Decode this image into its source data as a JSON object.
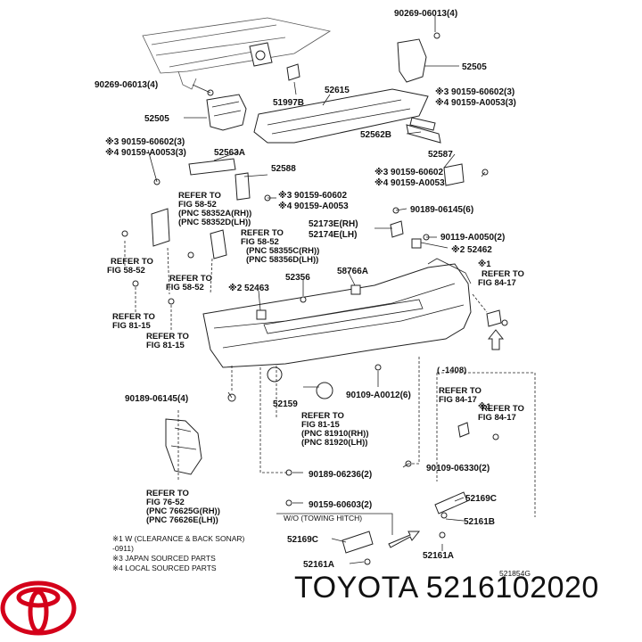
{
  "labels": {
    "p1": "90269-06013(4)",
    "p2": "52505",
    "p3": "90269-06013(4)",
    "p4": "51997B",
    "p5": "52615",
    "p6": "※3 90159-60602(3)",
    "p7": "※4 90159-A0053(3)",
    "p8": "52505",
    "p9": "52562B",
    "p10": "※3 90159-60602(3)",
    "p11": "※4 90159-A0053(3)",
    "p12": "52563A",
    "p13": "52587",
    "p14": "52588",
    "p15": "※3  90159-60602",
    "p16": "※4  90159-A0053",
    "p17": "※3 90159-60602",
    "p18": "※4 90159-A0053",
    "p19": "90189-06145(6)",
    "p20": "52173E(RH)",
    "p21": "52174E(LH)",
    "p22": "90119-A0050(2)",
    "p23": "※2 52462",
    "p24": "※1",
    "p25": "58766A",
    "p26": "52356",
    "p27": "※2 52463",
    "p28": "90189-06145(4)",
    "p29": "52159",
    "p30": "90109-A0012(6)",
    "p31": "(      -1408)",
    "p32": "※1",
    "p33": "90189-06236(2)",
    "p34": "90109-06330(2)",
    "p35": "90159-60603(2)",
    "p36": "52169C",
    "p37": "W/O (TOWING HITCH)",
    "p38": "52161B",
    "p39": "52169C",
    "p40": "52161A",
    "p41": "52161A",
    "p42": "521854G"
  },
  "refs": {
    "r1": [
      "REFER TO",
      "FIG 58-52",
      "(PNC 58352A(RH))",
      "(PNC 58352D(LH))"
    ],
    "r2": [
      "REFER TO",
      "FIG 58-52",
      "(PNC 58355C(RH))",
      "(PNC 58356D(LH))"
    ],
    "r3": [
      "REFER TO",
      "FIG 58-52"
    ],
    "r4": [
      "REFER TO",
      "FIG 58-52"
    ],
    "r5": [
      "REFER TO",
      "FIG 81-15"
    ],
    "r6": [
      "REFER TO",
      "FIG 81-15"
    ],
    "r7": [
      "REFER TO",
      "FIG 84-17"
    ],
    "r8": [
      "REFER TO",
      "FIG 84-17"
    ],
    "r9": [
      "REFER TO",
      "FIG 84-17"
    ],
    "r10": [
      "REFER TO",
      "FIG 81-15",
      "(PNC 81910(RH))",
      "(PNC 81920(LH))"
    ],
    "r11": [
      "REFER TO",
      "FIG 76-52",
      "(PNC 76625G(RH))",
      "(PNC 76626E(LH))"
    ]
  },
  "notes": [
    "※1 W (CLEARANCE & BACK  SONAR)",
    "                       -0911)",
    "※3 JAPAN SOURCED PARTS",
    "※4 LOCAL SOURCED PARTS"
  ],
  "footer": {
    "brand": "TOYOTA",
    "part_number": "5216102020",
    "brand_color": "#d4001a"
  }
}
